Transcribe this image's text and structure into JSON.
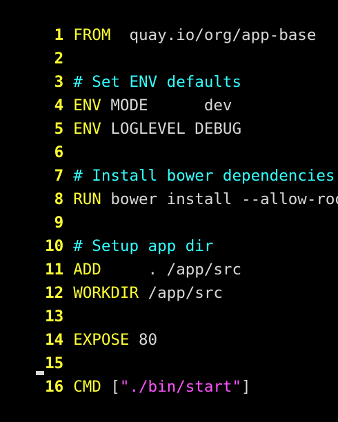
{
  "editor": {
    "colors": {
      "background": "#000000",
      "line_number": "#ffff33",
      "keyword": "#ffff33",
      "comment": "#33ffff",
      "text": "#d8d8d8",
      "string": "#ff55ff"
    },
    "lines": [
      {
        "n": "1",
        "keyword": "FROM",
        "text": "  quay.io/org/app-base"
      },
      {
        "n": "2"
      },
      {
        "n": "3",
        "comment": "# Set ENV defaults"
      },
      {
        "n": "4",
        "keyword": "ENV",
        "text": " MODE      dev"
      },
      {
        "n": "5",
        "keyword": "ENV",
        "text": " LOGLEVEL DEBUG"
      },
      {
        "n": "6"
      },
      {
        "n": "7",
        "comment": "# Install bower dependencies"
      },
      {
        "n": "8",
        "keyword": "RUN",
        "text": " bower install --allow-root"
      },
      {
        "n": "9"
      },
      {
        "n": "10",
        "comment": "# Setup app dir"
      },
      {
        "n": "11",
        "keyword": "ADD",
        "text": "     . /app/src"
      },
      {
        "n": "12",
        "keyword": "WORKDIR",
        "text": " /app/src"
      },
      {
        "n": "13"
      },
      {
        "n": "14",
        "keyword": "EXPOSE",
        "text": " 80"
      },
      {
        "n": "15"
      },
      {
        "n": "16",
        "keyword": "CMD",
        "text": " [",
        "string": "\"./bin/start\"",
        "text_after": "]"
      }
    ]
  }
}
